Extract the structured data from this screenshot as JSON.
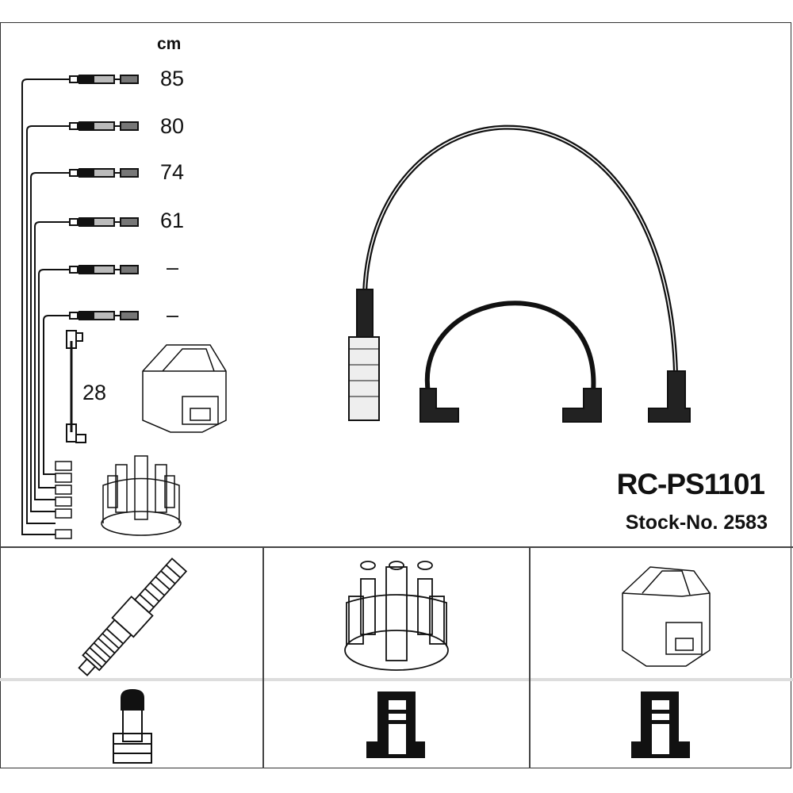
{
  "unit_label": "cm",
  "lengths": [
    "85",
    "80",
    "74",
    "61",
    "–",
    "–"
  ],
  "coil_lead_length": "28",
  "part_number": "RC-PS1101",
  "stock_number": "Stock-No. 2583",
  "components": [
    "spark-plug",
    "distributor-cap",
    "ignition-coil"
  ],
  "connectors": [
    "spark-plug-connector",
    "distributor-terminal",
    "coil-terminal"
  ]
}
